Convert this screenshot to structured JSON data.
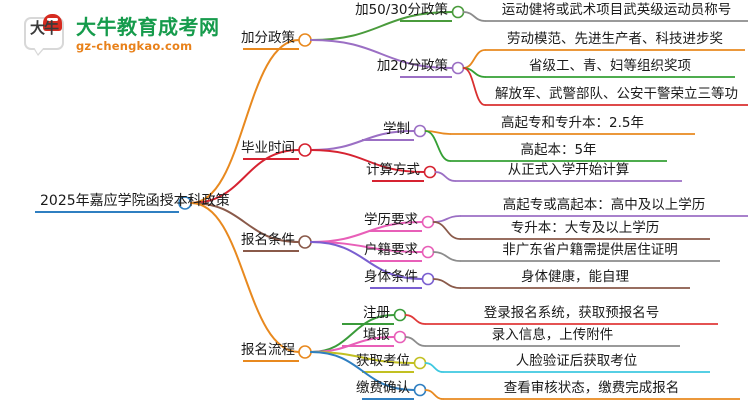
{
  "brand": {
    "mark_text": "大牛",
    "title": "大牛教育成考网",
    "domain": "gz-chengkao.com",
    "green": "#169b4c",
    "orange": "#e8811a",
    "red": "#d62b20"
  },
  "mindmap": {
    "root": {
      "label": "2025年嘉应学院函授本科政策",
      "color": "#2f7fc1"
    },
    "branches": [
      {
        "label": "加分政策",
        "color": "#e8891f",
        "children": [
          {
            "label": "加50/30分政策",
            "color": "#4a9b3c",
            "children": [
              {
                "label": "运动健将或武术项目武英级运动员称号",
                "color": "#8c8c8c"
              }
            ]
          },
          {
            "label": "加20分政策",
            "color": "#9b6fc4",
            "children": [
              {
                "label": "劳动模范、先进生产者、科技进步奖",
                "color": "#e8891f"
              },
              {
                "label": "省级工、青、妇等组织奖项",
                "color": "#35a035"
              },
              {
                "label": "解放军、武警部队、公安干警荣立三等功",
                "color": "#d93030"
              }
            ]
          }
        ]
      },
      {
        "label": "毕业时间",
        "color": "#d62331",
        "children": [
          {
            "label": "学制",
            "color": "#9b6fc4",
            "children": [
              {
                "label": "高起专和专升本：2.5年",
                "color": "#e8891f"
              },
              {
                "label": "高起本：5年",
                "color": "#35a035"
              }
            ]
          },
          {
            "label": "计算方式",
            "color": "#d62331",
            "children": [
              {
                "label": "从正式入学开始计算",
                "color": "#9b6fc4"
              }
            ]
          }
        ]
      },
      {
        "label": "报名条件",
        "color": "#8a5a4a",
        "children": [
          {
            "label": "学历要求",
            "color": "#e85fb8",
            "children": [
              {
                "label": "高起专或高起本：高中及以上学历",
                "color": "#9b6fc4"
              },
              {
                "label": "专升本：大专及以上学历",
                "color": "#8a5a4a"
              }
            ]
          },
          {
            "label": "户籍要求",
            "color": "#e85fb8",
            "children": [
              {
                "label": "非广东省户籍需提供居住证明",
                "color": "#8c8c8c"
              }
            ]
          },
          {
            "label": "身体条件",
            "color": "#7a5fd0",
            "children": [
              {
                "label": "身体健康，能自理",
                "color": "#8a5a4a"
              }
            ]
          }
        ]
      },
      {
        "label": "报名流程",
        "color": "#e8891f",
        "children": [
          {
            "label": "注册",
            "color": "#3a9b3a",
            "children": [
              {
                "label": "登录报名系统，获取预报名号",
                "color": "#e03a3a"
              }
            ]
          },
          {
            "label": "填报",
            "color": "#e85fb8",
            "children": [
              {
                "label": "录入信息，上传附件",
                "color": "#8c8c8c"
              }
            ]
          },
          {
            "label": "获取考位",
            "color": "#c2c022",
            "children": [
              {
                "label": "人脸验证后获取考位",
                "color": "#3ec8e0"
              }
            ]
          },
          {
            "label": "缴费确认",
            "color": "#2f7fc1",
            "children": [
              {
                "label": "查看审核状态，缴费完成报名",
                "color": "#e8891f"
              }
            ]
          }
        ]
      }
    ]
  }
}
